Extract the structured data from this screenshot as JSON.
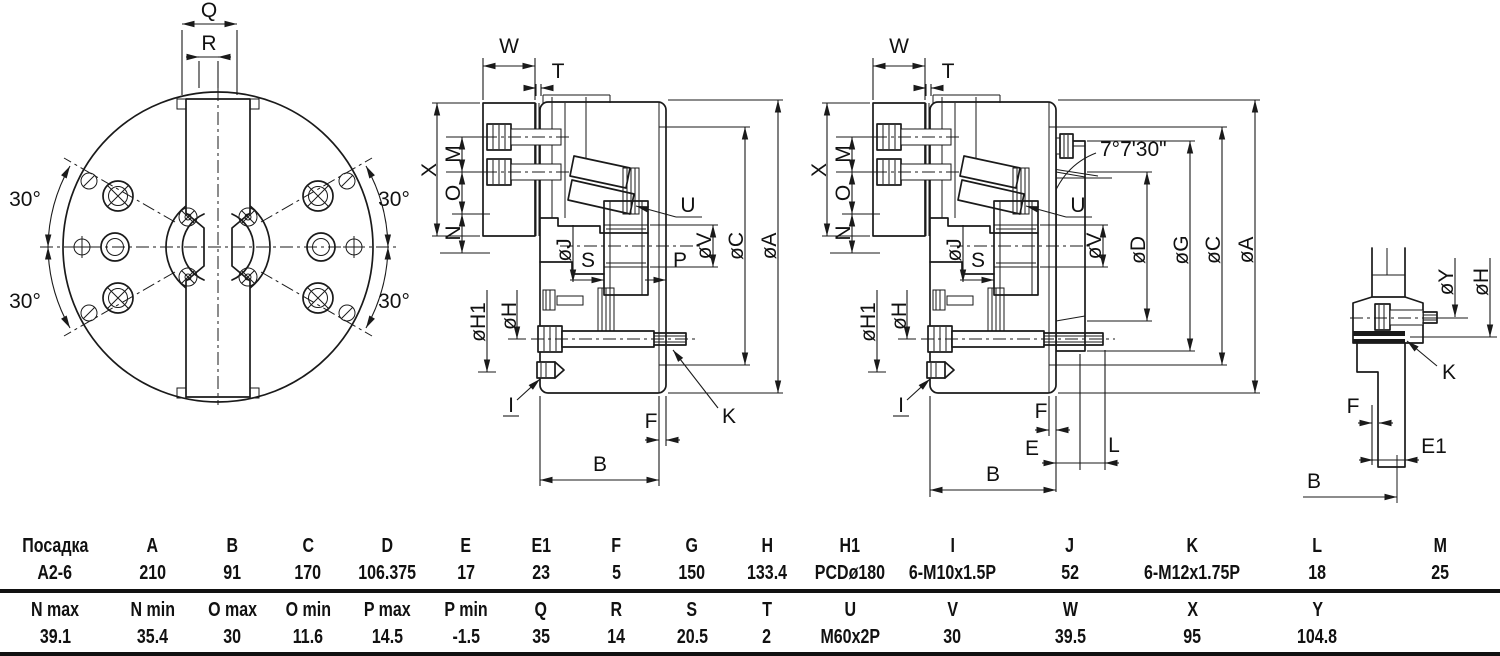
{
  "views": {
    "front": {
      "q": "Q",
      "r": "R",
      "angles": [
        "30°",
        "30°",
        "30°",
        "30°"
      ]
    },
    "section_a": {
      "w": "W",
      "t": "T",
      "x": "X",
      "m": "M",
      "o": "O",
      "n": "N",
      "h1": "øH1",
      "h": "øH",
      "j": "øJ",
      "s": "S",
      "p": "P",
      "u": "U",
      "v": "øV",
      "c": "øC",
      "a": "øA",
      "i": "I",
      "k": "K",
      "f": "F",
      "b": "B"
    },
    "section_b": {
      "w": "W",
      "t": "T",
      "x": "X",
      "m": "M",
      "o": "O",
      "n": "N",
      "h1": "øH1",
      "h": "øH",
      "j": "øJ",
      "s": "S",
      "u": "U",
      "angle": "7°7'30\"",
      "v": "øV",
      "d": "øD",
      "g": "øG",
      "c": "øC",
      "a": "øA",
      "i": "I",
      "f": "F",
      "e": "E",
      "l": "L",
      "b": "B"
    },
    "detail": {
      "y": "øY",
      "h": "øH",
      "k": "K",
      "f": "F",
      "e1": "E1",
      "b": "B"
    }
  },
  "table": {
    "row1_headers": [
      "Посадка",
      "A",
      "B",
      "C",
      "D",
      "E",
      "E1",
      "F",
      "G",
      "H",
      "H1",
      "I",
      "J",
      "K",
      "L",
      "M"
    ],
    "row1_values": [
      "A2-6",
      "210",
      "91",
      "170",
      "106.375",
      "17",
      "23",
      "5",
      "150",
      "133.4",
      "PCDø180",
      "6-M10x1.5P",
      "52",
      "6-M12x1.75P",
      "18",
      "25"
    ],
    "row2_headers": [
      "N max",
      "N min",
      "O max",
      "O min",
      "P max",
      "P min",
      "Q",
      "R",
      "S",
      "T",
      "U",
      "V",
      "W",
      "X",
      "Y",
      ""
    ],
    "row2_values": [
      "39.1",
      "35.4",
      "30",
      "11.6",
      "14.5",
      "-1.5",
      "35",
      "14",
      "20.5",
      "2",
      "M60x2P",
      "30",
      "39.5",
      "95",
      "104.8",
      ""
    ]
  },
  "colors": {
    "line": "#1a1a1a",
    "background": "#ffffff"
  }
}
